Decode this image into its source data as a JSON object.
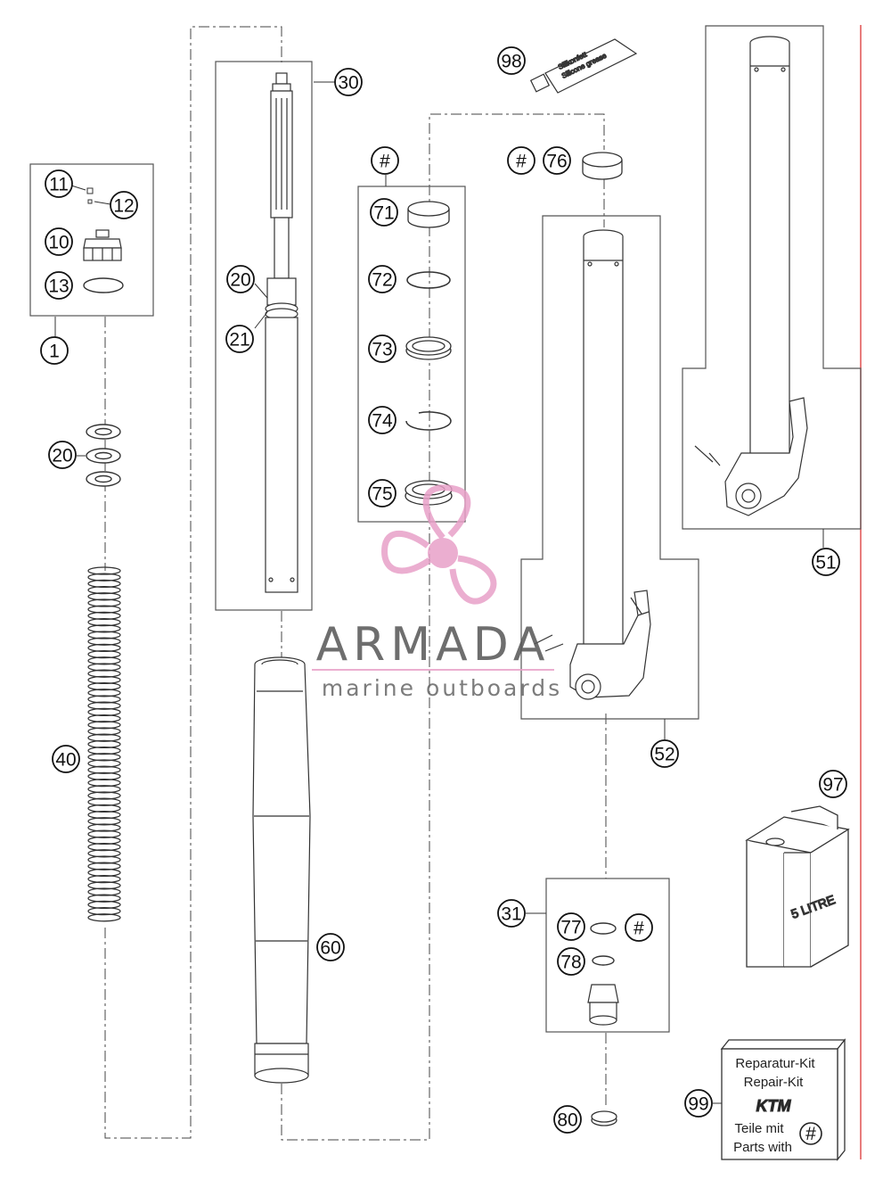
{
  "callouts": {
    "c1": "1",
    "c10": "10",
    "c11": "11",
    "c12": "12",
    "c13": "13",
    "c20a": "20",
    "c20b": "20",
    "c21": "21",
    "c30": "30",
    "c31": "31",
    "c40": "40",
    "c51": "51",
    "c52": "52",
    "c60": "60",
    "c71": "71",
    "c72": "72",
    "c73": "73",
    "c74": "74",
    "c75": "75",
    "c76": "76",
    "c77": "77",
    "c78": "78",
    "c80": "80",
    "c97": "97",
    "c98": "98",
    "c99": "99",
    "hash1": "#",
    "hash2": "#",
    "hash3": "#"
  },
  "tube_label": {
    "line1": "Silikonfett",
    "line2": "Silicone grease"
  },
  "oil_can_label": "5 LITRE",
  "repair_kit": {
    "line1": "Reparatur-Kit",
    "line2": "Repair-Kit",
    "brand": "KTM",
    "line3": "Teile mit",
    "line4": "Parts with",
    "hash": "#"
  },
  "watermark": {
    "title": "ARMADA",
    "subtitle": "marine outboards",
    "color": "#e8a0c8"
  },
  "colors": {
    "line": "#333333",
    "frame": "#555555",
    "accent_edge": "#e05050"
  }
}
